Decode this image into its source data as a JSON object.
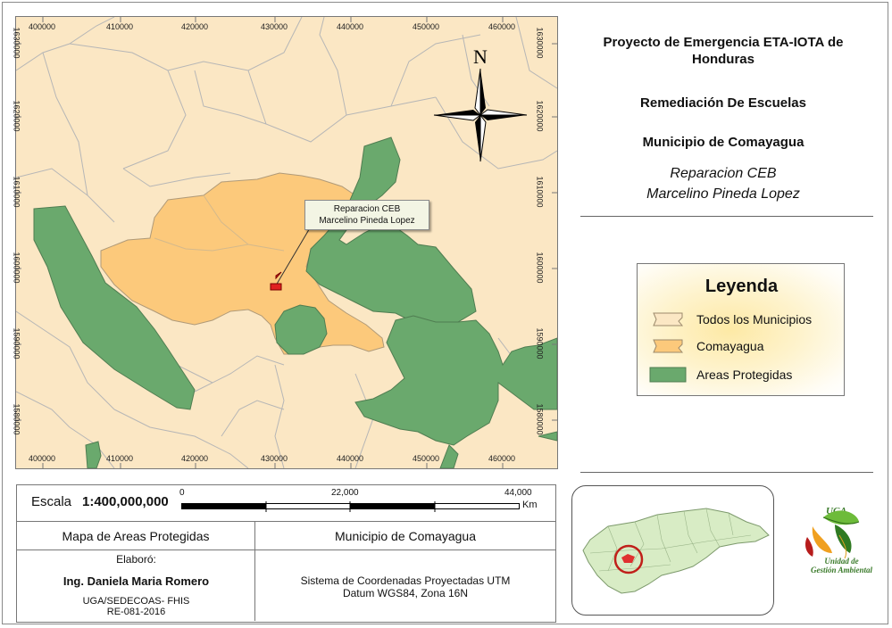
{
  "map": {
    "north_label": "N",
    "x_ticks": [
      "400000",
      "410000",
      "420000",
      "430000",
      "440000",
      "450000",
      "460000"
    ],
    "y_ticks_left": [
      "1630000",
      "1620000",
      "1610000",
      "1600000",
      "1590000",
      "1580000"
    ],
    "y_ticks_right": [
      "1630000",
      "1620000",
      "1610000",
      "1600000",
      "1590000",
      "1580000"
    ],
    "callout_line1": "Reparacion CEB",
    "callout_line2": "Marcelino Pineda Lopez",
    "colors": {
      "municipios": "#fbe7c4",
      "comayagua": "#fcc97b",
      "protegidas": "#6aa96d",
      "boundary": "#b6b6b6",
      "marker": "#e02020"
    }
  },
  "title": {
    "line1": "Proyecto de Emergencia ETA-IOTA de",
    "line2": "Honduras",
    "subtitle": "Remediación De Escuelas",
    "municipio": "Municipio de Comayagua",
    "site1": "Reparacion CEB",
    "site2": "Marcelino Pineda Lopez"
  },
  "legend": {
    "title": "Leyenda",
    "items": [
      {
        "label": "Todos los Municipios",
        "color": "#fbe7c4"
      },
      {
        "label": "Comayagua",
        "color": "#fcc97b"
      },
      {
        "label": "Areas Protegidas",
        "color": "#6aa96d"
      }
    ]
  },
  "scale": {
    "label": "Escala",
    "ratio": "1:400,000,000",
    "ticks": [
      "0",
      "22,000",
      "44,000"
    ],
    "unit": "Km"
  },
  "info": {
    "map_title": "Mapa de Areas Protegidas",
    "municipio": "Municipio de Comayagua",
    "elaboro": "Elaboró:",
    "author": "Ing. Daniela Maria Romero",
    "org": "UGA/SEDECOAS- FHIS",
    "ref": "RE-081-2016",
    "crs1": "Sistema de Coordenadas Proyectadas UTM",
    "crs2": "Datum WGS84, Zona 16N"
  },
  "logo": {
    "top": "UGA",
    "line1": "Unidad de",
    "line2": "Gestión Ambiental"
  }
}
